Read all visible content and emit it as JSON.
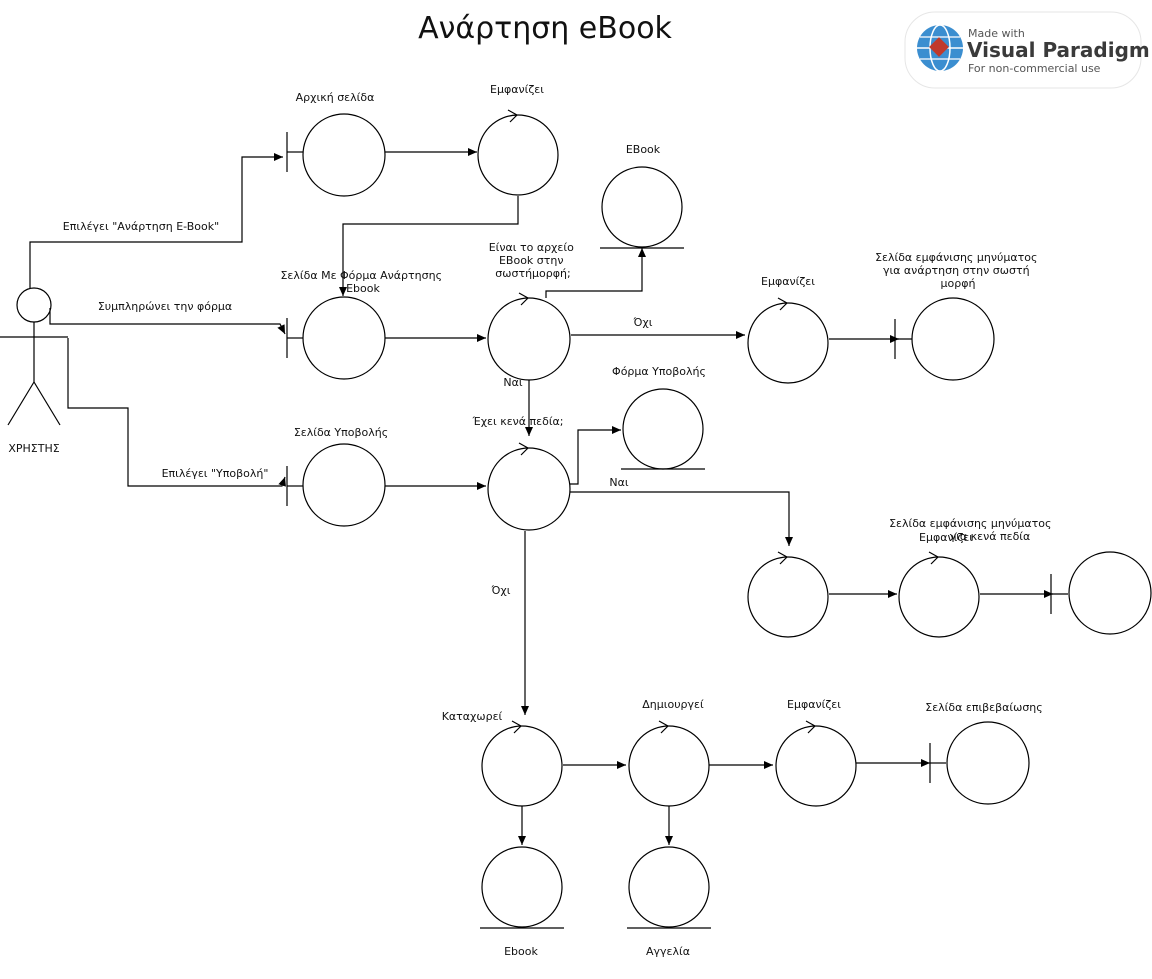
{
  "title": "Ανάρτηση eBook",
  "watermark": {
    "line1": "Made with",
    "brand": "Visual Paradigm",
    "line3": "For non-commercial use"
  },
  "actor": {
    "name": "ΧΡΗΣΤΗΣ"
  },
  "nodes": {
    "home_page": "Αρχική σελίδα",
    "display_home": "Εμφανίζει",
    "ebook_entity": "EBook",
    "form_page": "Σελίδα Με Φόρμα Ανάρτησης Ebook",
    "check_format": "Είναι το αρχείο EBook στην σωστήμορφή;",
    "display_format_msg": "Εμφανίζει",
    "format_msg_page": "Σελίδα εμφάνισης μηνύματος για ανάρτηση στην σωστή μορφή",
    "submit_form_entity": "Φόρμα Υποβολής",
    "submit_page": "Σελίδα Υποβολής",
    "check_empty": "Έχει κενά πεδία;",
    "display_empty_msg": "Εμφανίζει",
    "empty_msg_page": "Σελίδα εμφάνισης μηνύματος για κενά πεδία",
    "register": "Καταχωρεί",
    "create": "Δημιουργεί",
    "display_confirm": "Εμφανίζει",
    "confirm_page": "Σελίδα επιβεβαίωσης",
    "ebook_out": "Ebook",
    "listing": "Αγγελία"
  },
  "edges": {
    "select_upload": "Επιλέγει \"Ανάρτηση E-Book\"",
    "fill_form": "Συμπληρώνει την φόρμα",
    "select_submit": "Επιλέγει \"Υποβολή\"",
    "no_format": "Όχι",
    "yes_format": "Ναι",
    "yes_empty": "Ναι",
    "no_empty": "Όχι"
  }
}
